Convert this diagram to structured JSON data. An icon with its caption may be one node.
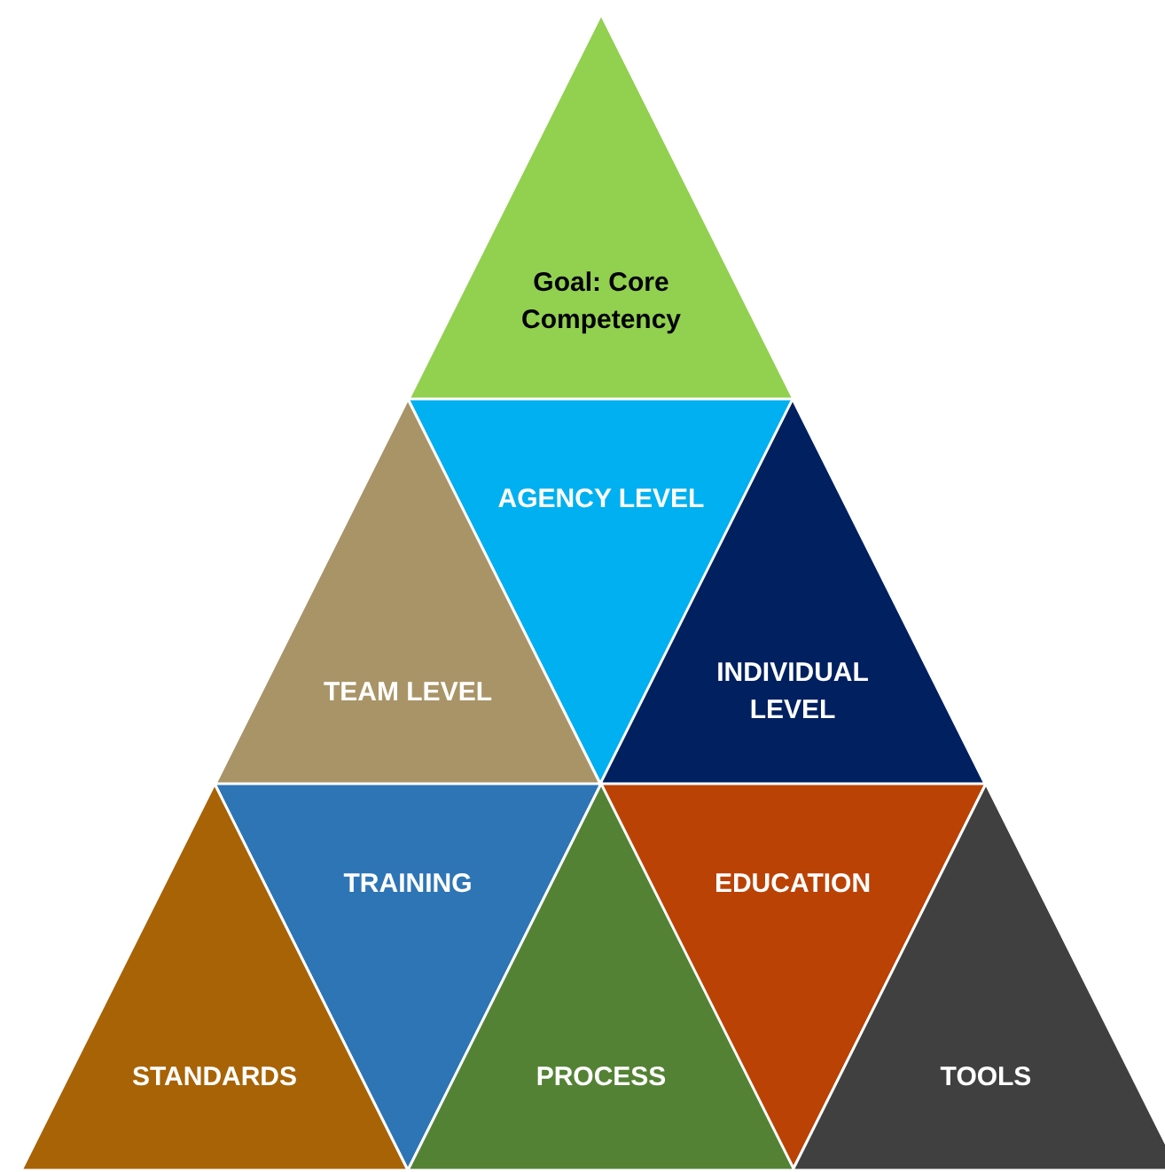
{
  "diagram": {
    "nodes": [
      {
        "text": [
          "Goal: Core Competency"
        ]
      },
      {
        "text": [
          "AGENCY LEVEL"
        ]
      },
      {
        "text": [
          "TEAM LEVEL"
        ]
      },
      {
        "text": [
          "INDIVIDUAL LEVEL"
        ]
      },
      {
        "text": [
          "TRAINING"
        ]
      },
      {
        "text": [
          "EDUCATION"
        ]
      },
      {
        "text": [
          "STANDARDS"
        ]
      },
      {
        "text": [
          "PROCESS"
        ]
      },
      {
        "text": [
          "TOOLS"
        ]
      }
    ]
  }
}
